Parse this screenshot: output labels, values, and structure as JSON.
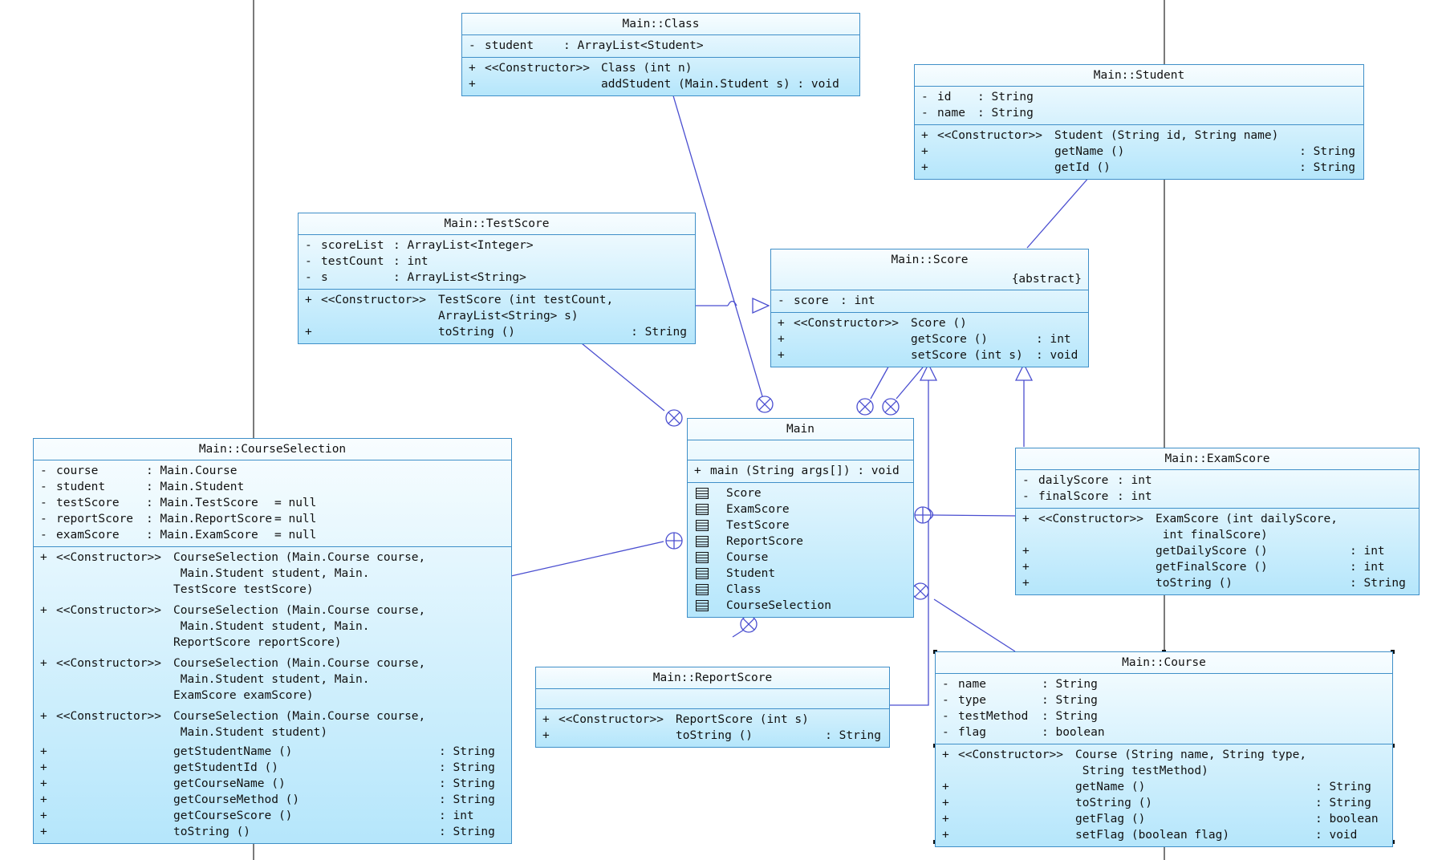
{
  "diagram": {
    "classes": [
      {
        "id": "class",
        "name": "Main::Class",
        "attributes": [
          {
            "vis": "-",
            "name": "student",
            "type": ": ArrayList<Student>"
          }
        ],
        "operations": [
          {
            "vis": "+",
            "stereo": "<<Constructor>>",
            "sig": "Class (int n)",
            "ret": ""
          },
          {
            "vis": "+",
            "stereo": "",
            "sig": "addStudent (Main.Student s) : void",
            "ret": ""
          }
        ]
      },
      {
        "id": "student",
        "name": "Main::Student",
        "attributes": [
          {
            "vis": "-",
            "name": "id",
            "type": ": String"
          },
          {
            "vis": "-",
            "name": "name",
            "type": ": String"
          }
        ],
        "operations": [
          {
            "vis": "+",
            "stereo": "<<Constructor>>",
            "sig": "Student (String id, String name)",
            "ret": ""
          },
          {
            "vis": "+",
            "stereo": "",
            "sig": "getName ()",
            "ret": ": String"
          },
          {
            "vis": "+",
            "stereo": "",
            "sig": "getId ()",
            "ret": ": String"
          }
        ]
      },
      {
        "id": "testscore",
        "name": "Main::TestScore",
        "attributes": [
          {
            "vis": "-",
            "name": "scoreList",
            "type": ": ArrayList<Integer>"
          },
          {
            "vis": "-",
            "name": "testCount",
            "type": ": int"
          },
          {
            "vis": "-",
            "name": "s",
            "type": ": ArrayList<String>"
          }
        ],
        "operations": [
          {
            "vis": "+",
            "stereo": "<<Constructor>>",
            "sig": "TestScore (int testCount,\nArrayList<String> s)",
            "ret": ""
          },
          {
            "vis": "+",
            "stereo": "",
            "sig": "toString ()",
            "ret": ": String"
          }
        ]
      },
      {
        "id": "score",
        "name": "Main::Score",
        "stereotype": "{abstract}",
        "attributes": [
          {
            "vis": "-",
            "name": "score",
            "type": ": int"
          }
        ],
        "operations": [
          {
            "vis": "+",
            "stereo": "<<Constructor>>",
            "sig": "Score ()",
            "ret": ""
          },
          {
            "vis": "+",
            "stereo": "",
            "sig": "getScore ()",
            "ret": ": int"
          },
          {
            "vis": "+",
            "stereo": "",
            "sig": "setScore (int s)",
            "ret": ": void"
          }
        ]
      },
      {
        "id": "main",
        "name": "Main",
        "attributes": [],
        "operations": [
          {
            "vis": "+",
            "stereo": "",
            "sig": "main (String args[]) : void",
            "ret": ""
          }
        ],
        "nested": [
          "Score",
          "ExamScore",
          "TestScore",
          "ReportScore",
          "Course",
          "Student",
          "Class",
          "CourseSelection"
        ]
      },
      {
        "id": "courseselection",
        "name": "Main::CourseSelection",
        "attributes": [
          {
            "vis": "-",
            "name": "course",
            "type": ": Main.Course",
            "init": ""
          },
          {
            "vis": "-",
            "name": "student",
            "type": ": Main.Student",
            "init": ""
          },
          {
            "vis": "-",
            "name": "testScore",
            "type": ": Main.TestScore",
            "init": "= null"
          },
          {
            "vis": "-",
            "name": "reportScore",
            "type": ": Main.ReportScore",
            "init": "= null"
          },
          {
            "vis": "-",
            "name": "examScore",
            "type": ": Main.ExamScore",
            "init": "= null"
          }
        ],
        "operations": [
          {
            "vis": "+",
            "stereo": "<<Constructor>>",
            "sig": "CourseSelection (Main.Course course,\n Main.Student student, Main.\nTestScore testScore)",
            "ret": ""
          },
          {
            "vis": "+",
            "stereo": "<<Constructor>>",
            "sig": "CourseSelection (Main.Course course,\n Main.Student student, Main.\nReportScore reportScore)",
            "ret": ""
          },
          {
            "vis": "+",
            "stereo": "<<Constructor>>",
            "sig": "CourseSelection (Main.Course course,\n Main.Student student, Main.\nExamScore examScore)",
            "ret": ""
          },
          {
            "vis": "+",
            "stereo": "<<Constructor>>",
            "sig": "CourseSelection (Main.Course course,\n Main.Student student)",
            "ret": ""
          },
          {
            "vis": "+",
            "stereo": "",
            "sig": "getStudentName ()",
            "ret": ": String"
          },
          {
            "vis": "+",
            "stereo": "",
            "sig": "getStudentId ()",
            "ret": ": String"
          },
          {
            "vis": "+",
            "stereo": "",
            "sig": "getCourseName ()",
            "ret": ": String"
          },
          {
            "vis": "+",
            "stereo": "",
            "sig": "getCourseMethod ()",
            "ret": ": String"
          },
          {
            "vis": "+",
            "stereo": "",
            "sig": "getCourseScore ()",
            "ret": ": int"
          },
          {
            "vis": "+",
            "stereo": "",
            "sig": "toString ()",
            "ret": ": String"
          }
        ]
      },
      {
        "id": "examscore",
        "name": "Main::ExamScore",
        "attributes": [
          {
            "vis": "-",
            "name": "dailyScore",
            "type": ": int"
          },
          {
            "vis": "-",
            "name": "finalScore",
            "type": ": int"
          }
        ],
        "operations": [
          {
            "vis": "+",
            "stereo": "<<Constructor>>",
            "sig": "ExamScore (int dailyScore,\n int finalScore)",
            "ret": ""
          },
          {
            "vis": "+",
            "stereo": "",
            "sig": "getDailyScore ()",
            "ret": ": int"
          },
          {
            "vis": "+",
            "stereo": "",
            "sig": "getFinalScore ()",
            "ret": ": int"
          },
          {
            "vis": "+",
            "stereo": "",
            "sig": "toString ()",
            "ret": ": String"
          }
        ]
      },
      {
        "id": "reportscore",
        "name": "Main::ReportScore",
        "attributes": [],
        "operations": [
          {
            "vis": "+",
            "stereo": "<<Constructor>>",
            "sig": "ReportScore (int s)",
            "ret": ""
          },
          {
            "vis": "+",
            "stereo": "",
            "sig": "toString ()",
            "ret": ": String"
          }
        ]
      },
      {
        "id": "course",
        "name": "Main::Course",
        "attributes": [
          {
            "vis": "-",
            "name": "name",
            "type": ": String"
          },
          {
            "vis": "-",
            "name": "type",
            "type": ": String"
          },
          {
            "vis": "-",
            "name": "testMethod",
            "type": ": String"
          },
          {
            "vis": "-",
            "name": "flag",
            "type": ": boolean"
          }
        ],
        "operations": [
          {
            "vis": "+",
            "stereo": "<<Constructor>>",
            "sig": "Course (String name, String type,\n String testMethod)",
            "ret": ""
          },
          {
            "vis": "+",
            "stereo": "",
            "sig": "getName ()",
            "ret": ": String"
          },
          {
            "vis": "+",
            "stereo": "",
            "sig": "toString ()",
            "ret": ": String"
          },
          {
            "vis": "+",
            "stereo": "",
            "sig": "getFlag ()",
            "ret": ": boolean"
          },
          {
            "vis": "+",
            "stereo": "",
            "sig": "setFlag (boolean flag)",
            "ret": ": void"
          }
        ]
      }
    ],
    "relations": [
      {
        "kind": "nesting",
        "from": "class",
        "to": "main"
      },
      {
        "kind": "nesting",
        "from": "testscore",
        "to": "main"
      },
      {
        "kind": "nesting",
        "from": "score",
        "to": "main"
      },
      {
        "kind": "nesting",
        "from": "examscore",
        "to": "main"
      },
      {
        "kind": "nesting",
        "from": "courseselection",
        "to": "main"
      },
      {
        "kind": "nesting",
        "from": "reportscore",
        "to": "main"
      },
      {
        "kind": "nesting",
        "from": "course",
        "to": "main"
      },
      {
        "kind": "nesting",
        "from": "student",
        "to": "main"
      },
      {
        "kind": "generalization",
        "from": "testscore",
        "to": "score"
      },
      {
        "kind": "generalization",
        "from": "reportscore",
        "to": "score"
      },
      {
        "kind": "generalization",
        "from": "examscore",
        "to": "score"
      }
    ],
    "colors": {
      "line": "#4a4ed0",
      "border": "#3f8fc8",
      "fill_top": "#f8fdff",
      "fill_bottom": "#b5e6fb",
      "swimlane": "#222222"
    }
  }
}
